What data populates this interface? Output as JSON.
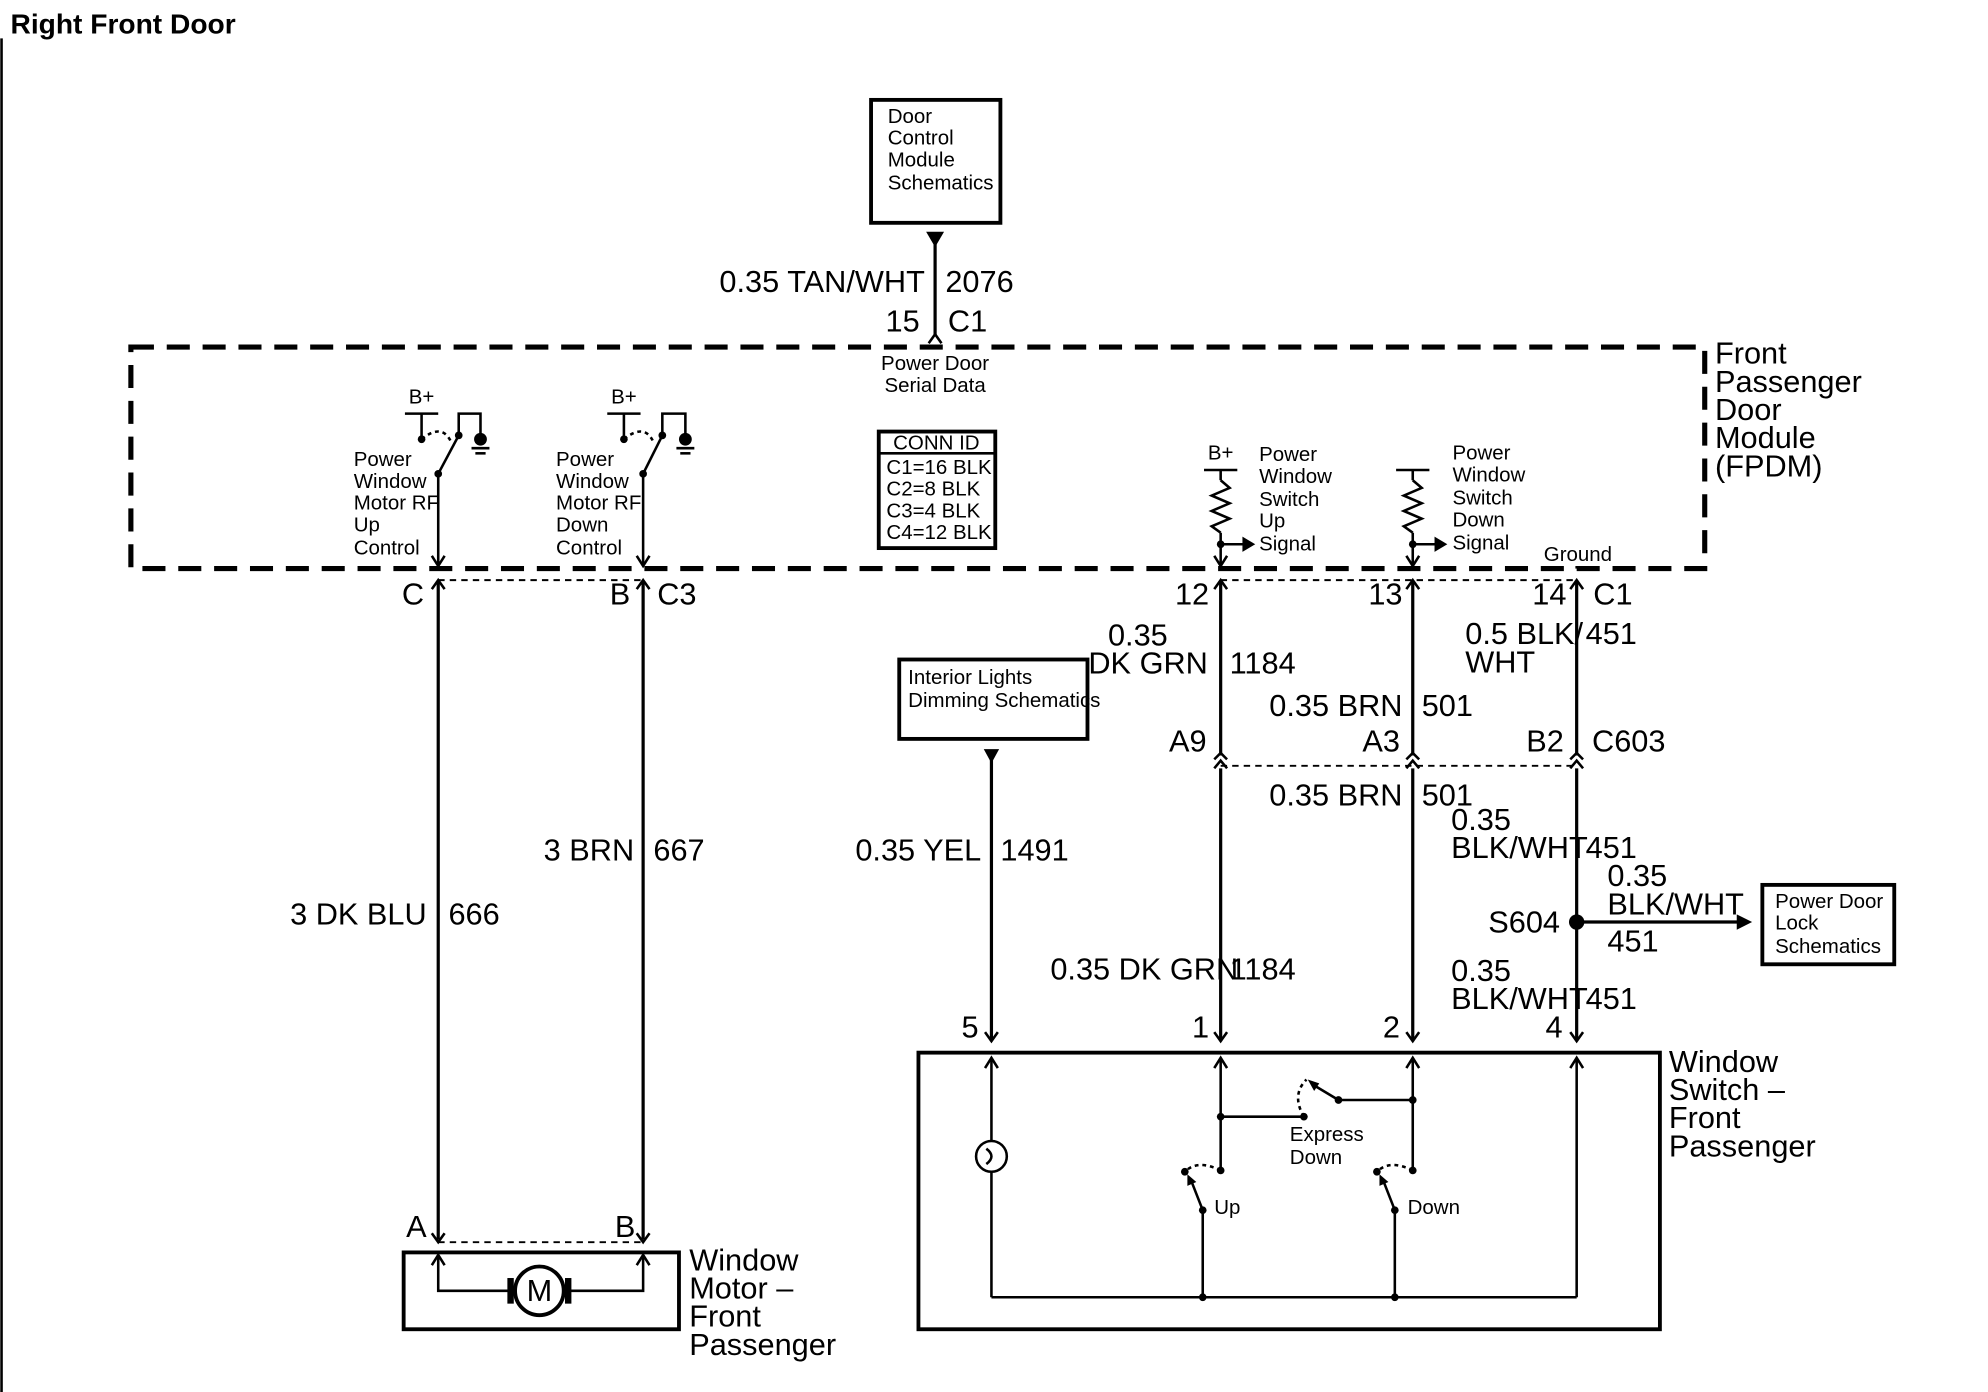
{
  "title": "Right Front Door",
  "blocks": {
    "dcm": [
      "Door",
      "Control",
      "Module",
      "Schematics"
    ],
    "fpdm": [
      "Front",
      "Passenger",
      "Door",
      "Module",
      "(FPDM)"
    ],
    "interior": [
      "Interior Lights",
      "Dimming Schematics"
    ],
    "pdl": [
      "Power Door",
      "Lock",
      "Schematics"
    ],
    "window_switch": [
      "Window",
      "Switch –",
      "Front",
      "Passenger"
    ],
    "window_motor": [
      "Window",
      "Motor –",
      "Front",
      "Passenger"
    ],
    "conn_id": [
      "CONN ID",
      "C1=16 BLK",
      "C2=8 BLK",
      "C3=4 BLK",
      "C4=12 BLK"
    ]
  },
  "fpdm_internal": {
    "serial_data": [
      "Power Door",
      "Serial Data"
    ],
    "up_control": [
      "Power",
      "Window",
      "Motor RF",
      "Up",
      "Control"
    ],
    "down_control": [
      "Power",
      "Window",
      "Motor RF",
      "Down",
      "Control"
    ],
    "switch_up": [
      "Power",
      "Window",
      "Switch",
      "Up",
      "Signal"
    ],
    "switch_down": [
      "Power",
      "Window",
      "Switch",
      "Down",
      "Signal"
    ],
    "bplus": "B+",
    "ground": "Ground"
  },
  "switch_internal": {
    "express_down": [
      "Express",
      "Down"
    ],
    "up": "Up",
    "down": "Down"
  },
  "motor_symbol": "M",
  "wires": {
    "serial": {
      "gauge_color": "0.35 TAN/WHT",
      "circuit": "2076",
      "pin": "15",
      "conn": "C1"
    },
    "up_motor": {
      "gauge_color": "3 DK BLU",
      "circuit": "666"
    },
    "down_motor": {
      "gauge_color": "3 BRN",
      "circuit": "667"
    },
    "interior": {
      "gauge_color": "0.35 YEL",
      "circuit": "1491"
    },
    "up_sig_top": {
      "gauge": "0.35",
      "color": "DK GRN",
      "circuit": "1184"
    },
    "up_sig_bot": {
      "gauge_color": "0.35 DK GRN",
      "circuit": "1184"
    },
    "down_sig_top": {
      "gauge_color": "0.35 BRN",
      "circuit": "501"
    },
    "down_sig_bot": {
      "gauge_color": "0.35 BRN",
      "circuit": "501"
    },
    "ground_top": {
      "gauge_color": "0.5 BLK/",
      "color2": "WHT",
      "circuit": "451"
    },
    "ground_mid": {
      "gauge": "0.35",
      "color": "BLK/WHT",
      "circuit": "451"
    },
    "ground_branch": {
      "gauge": "0.35",
      "color": "BLK/WHT",
      "circuit": "451"
    },
    "ground_bot": {
      "gauge": "0.35",
      "color": "BLK/WHT",
      "circuit": "451"
    }
  },
  "pins": {
    "c3_c": "C",
    "c3_b": "B",
    "c3": "C3",
    "c1_12": "12",
    "c1_13": "13",
    "c1_14": "14",
    "c1": "C1",
    "c603_a9": "A9",
    "c603_a3": "A3",
    "c603_b2": "B2",
    "c603": "C603",
    "ws_5": "5",
    "ws_1": "1",
    "ws_2": "2",
    "ws_4": "4",
    "wm_a": "A",
    "wm_b": "B",
    "splice": "S604"
  }
}
